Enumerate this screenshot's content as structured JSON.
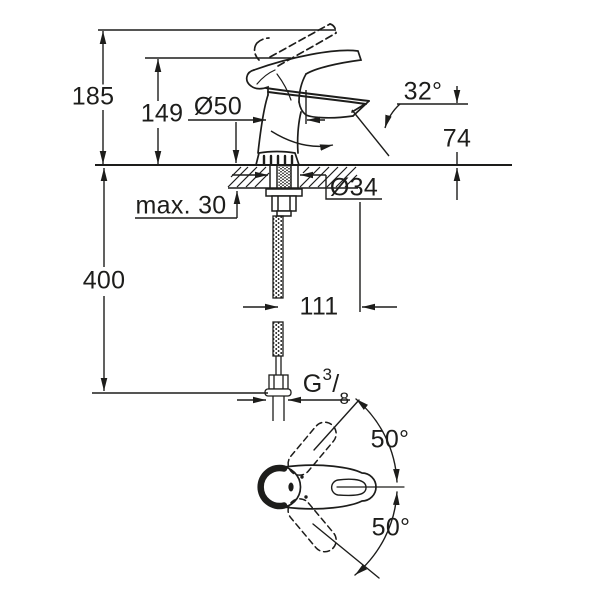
{
  "drawing": {
    "type": "technical-dimension-drawing",
    "subject": "single-lever basin mixer faucet: side elevation with installation dimensions, countertop cross-section, flexible supply hose, and plan view of handle swivel range",
    "units": "mm",
    "colors": {
      "line": "#1d1d1b",
      "background": "#ffffff"
    }
  },
  "labels": {
    "overall_height": "185",
    "lever_height": "149",
    "body_diameter": "Ø50",
    "spout_angle": "32°",
    "spout_outlet_height": "74",
    "max_deck_thickness": "max. 30",
    "mounting_hole_diameter": "Ø34",
    "hose_length": "400",
    "spout_reach": "111",
    "thread": {
      "g": "G",
      "numerator": "3",
      "slash": "/",
      "denominator": "8"
    },
    "swivel_angle_upper": "50°",
    "swivel_angle_lower": "50°"
  }
}
